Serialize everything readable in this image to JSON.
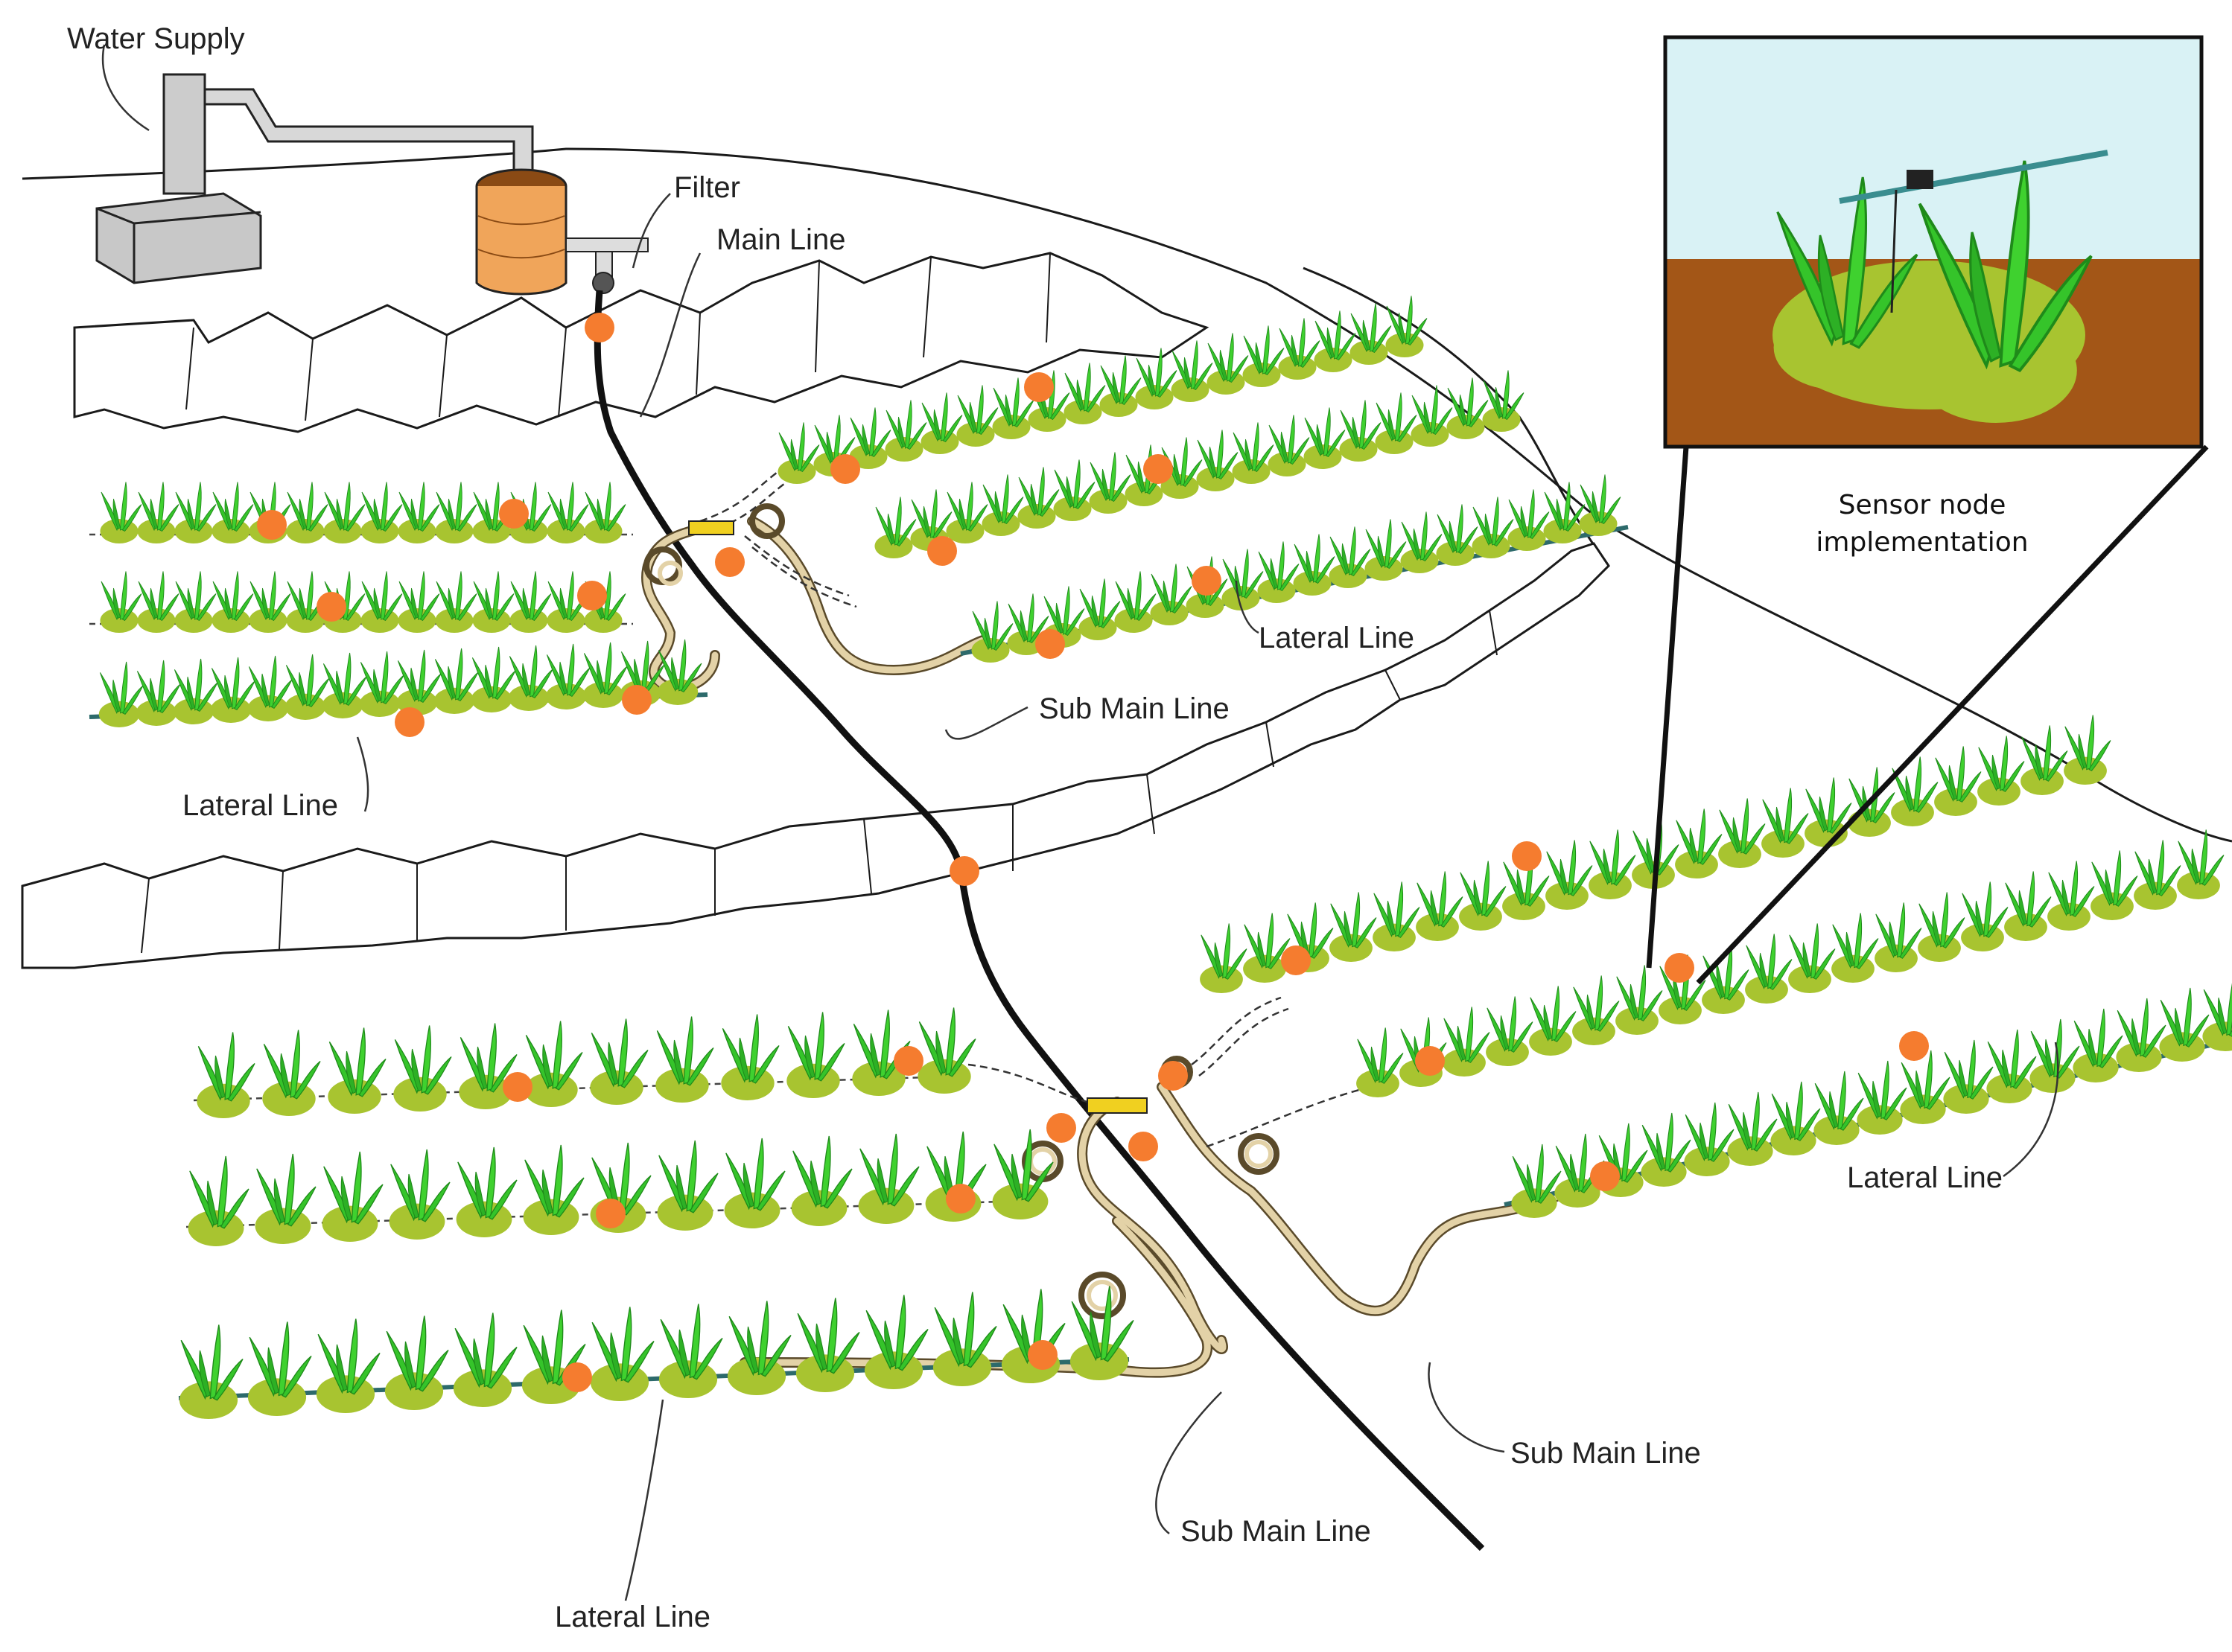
{
  "labels": {
    "water_supply": "Water Supply",
    "filter": "Filter",
    "main_line": "Main Line",
    "lateral_line": "Lateral Line",
    "sub_main_line": "Sub Main Line",
    "inset_caption_line1": "Sensor node",
    "inset_caption_line2": "implementation"
  },
  "colors": {
    "sensor_node": "#f57c2f",
    "plant_leaf": "#35c42a",
    "plant_mound": "#a8c430",
    "hose": "#e3d2a7",
    "main_pipe": "#111111",
    "sky": "#d9f2f5",
    "soil": "#a35617",
    "tank": "#f0a55a"
  },
  "icons": [
    "water-supply-pump",
    "filter-tank",
    "corn-plant",
    "sensor-node",
    "pipe-junction"
  ]
}
